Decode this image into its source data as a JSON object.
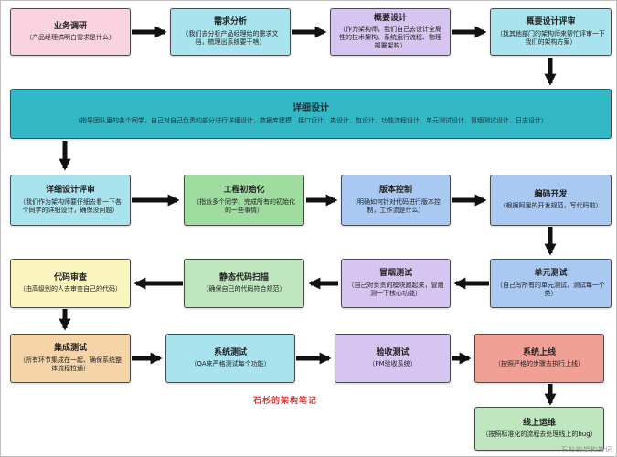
{
  "diagram": {
    "nodes": {
      "biz_research": {
        "title": "业务调研",
        "desc": "（产品经理搞明白需求是什么）"
      },
      "req_analysis": {
        "title": "需求分析",
        "desc": "（我们去分析产品经理给的需求文档，梳理出系统要干啥）"
      },
      "hld": {
        "title": "概要设计",
        "desc": "（作为架构师，我们自己去设计全局性的技术架构、系统运行流程、物理部署架构）"
      },
      "hld_review": {
        "title": "概要设计评审",
        "desc": "（找其他部门的架构师来帮忙评审一下我们的架构方案）"
      },
      "detailed_design": {
        "title": "详细设计",
        "desc": "（指导团队里的各个同学，自己对自己负责的部分进行详细设计，数据库建模、接口设计、类设计、包设计、功能流程设计、单元测试设计、冒烟测试设计、日志设计）"
      },
      "dd_review": {
        "title": "详细设计评审",
        "desc": "（我们作为架构师要仔细去看一下各个同学的详细设计，确保没问题）"
      },
      "project_init": {
        "title": "工程初始化",
        "desc": "（指派多个同学，完成所有的初始化的一些事情）"
      },
      "version_control": {
        "title": "版本控制",
        "desc": "（明确如何针对代码进行版本控制，工作流是什么）"
      },
      "coding": {
        "title": "编码开发",
        "desc": "（根据阿里的开发规范，写代码啦）"
      },
      "unit_test": {
        "title": "单元测试",
        "desc": "（自己写所有的单元测试，测试每一个类）"
      },
      "smoke_test": {
        "title": "冒烟测试",
        "desc": "（自己对负责的模块跑起来，冒烟测一下核心功能）"
      },
      "static_scan": {
        "title": "静态代码扫描",
        "desc": "（确保自己的代码符合规范）"
      },
      "code_review": {
        "title": "代码审查",
        "desc": "（由高级别的人去审查自己的代码）"
      },
      "integration_test": {
        "title": "集成测试",
        "desc": "（所有环节集成在一起、确保系统整体流程拉通）"
      },
      "system_test": {
        "title": "系统测试",
        "desc": "（QA来严格测试每个功能）"
      },
      "acceptance_test": {
        "title": "验收测试",
        "desc": "（PM验收系统）"
      },
      "launch": {
        "title": "系统上线",
        "desc": "（按照严格的步骤去执行上线）"
      },
      "ops": {
        "title": "线上运维",
        "desc": "（按照标准化的流程去处理线上的bug）"
      }
    },
    "watermarks": {
      "center_red": "石杉的架构笔记",
      "corner": "石杉的架构笔记"
    },
    "palette": {
      "pink": "#F9D3E0",
      "cyan": "#A9E4EE",
      "purple": "#D6C5F0",
      "blue": "#A9C9F2",
      "green": "#9FDC9F",
      "light_green": "#BFE6BF",
      "yellow": "#FAF4BE",
      "orange": "#F5D5A8",
      "salmon": "#F2A095",
      "teal_bar": "#33B8C6",
      "arrow": "#111111",
      "watermark_red": "#E53333"
    }
  }
}
